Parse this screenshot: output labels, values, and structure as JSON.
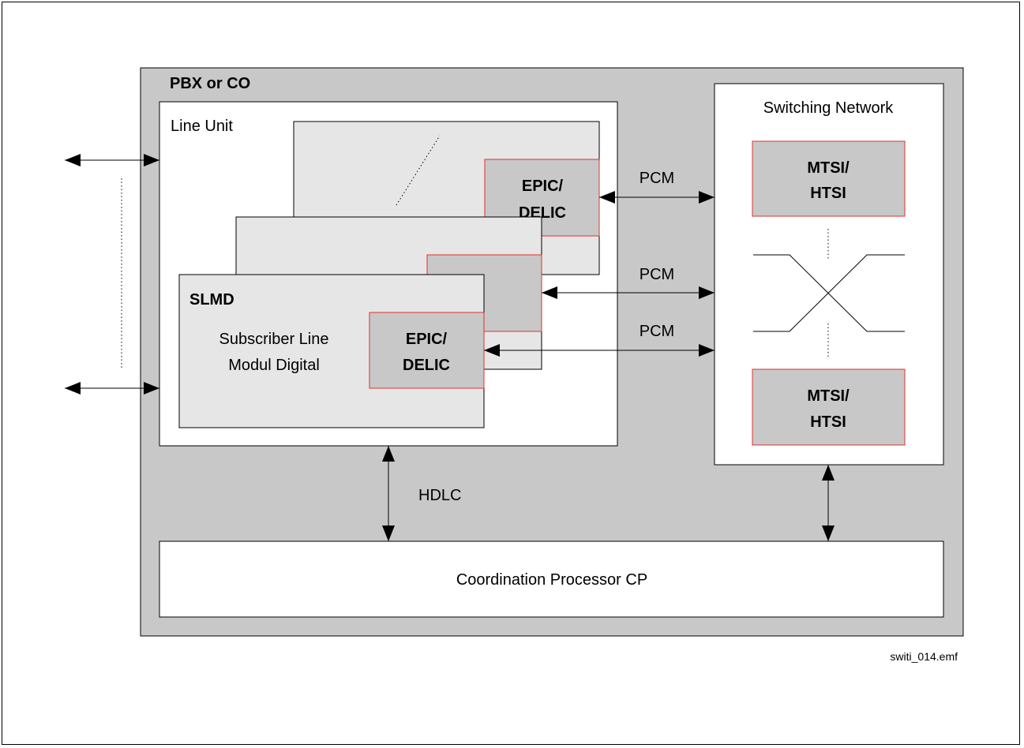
{
  "diagram": {
    "outer_label": "PBX or CO",
    "line_unit_label": "Line Unit",
    "slmd": {
      "title": "SLMD",
      "subtitle_line1": "Subscriber Line",
      "subtitle_line2": "Modul Digital"
    },
    "epic_line1": "EPIC/",
    "epic_line2": "DELIC",
    "switching_network_label": "Switching Network",
    "mtsi_line1": "MTSI/",
    "mtsi_line2": "HTSI",
    "pcm_label": "PCM",
    "hdlc_label": "HDLC",
    "cp_label": "Coordination Processor CP",
    "file_label": "switi_014.emf"
  },
  "colors": {
    "outer_fill": "#c8c8c8",
    "card_fill": "#e6e6e6",
    "chip_fill": "#c8c8c8",
    "chip_border": "#e03030",
    "line": "#000000"
  }
}
